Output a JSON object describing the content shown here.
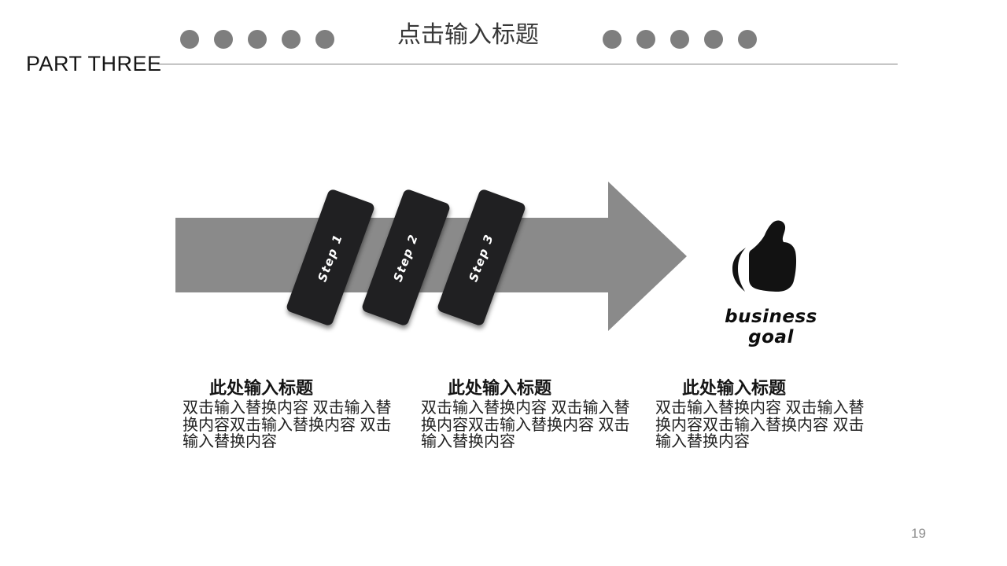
{
  "slide": {
    "part_label": "PART THREE",
    "title": "点击输入标题",
    "page_number": "19"
  },
  "decor": {
    "left_dot_count": 5,
    "right_dot_count": 5,
    "dot_color": "#7e7e7e"
  },
  "process": {
    "arrow_color": "#8a8a8a",
    "step_color": "#202022",
    "steps": [
      {
        "label": "Step 1"
      },
      {
        "label": "Step 2"
      },
      {
        "label": "Step 3"
      }
    ],
    "goal_icon": "thumbs-up-icon",
    "goal_label": "business goal"
  },
  "columns": [
    {
      "heading": "此处输入标题",
      "body": "双击输入替换内容 双击输入替\n换内容双击输入替换内容 双击\n输入替换内容"
    },
    {
      "heading": "此处输入标题",
      "body": "双击输入替换内容 双击输入替\n换内容双击输入替换内容 双击\n输入替换内容"
    },
    {
      "heading": "此处输入标题",
      "body": "双击输入替换内容 双击输入替\n换内容双击输入替换内容 双击\n输入替换内容"
    }
  ]
}
